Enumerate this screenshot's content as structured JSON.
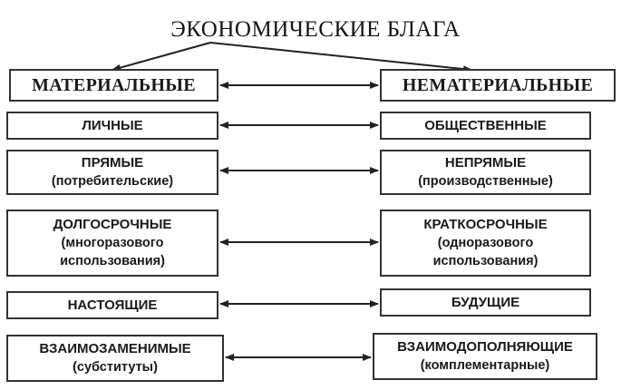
{
  "title": "ЭКОНОМИЧЕСКИЕ БЛАГА",
  "left_header": "МАТЕРИАЛЬНЫЕ",
  "right_header": "НЕМАТЕРИАЛЬНЫЕ",
  "rows": [
    {
      "left": [
        "ЛИЧНЫЕ"
      ],
      "right": [
        "ОБЩЕСТВЕННЫЕ"
      ]
    },
    {
      "left": [
        "ПРЯМЫЕ",
        "(потребительские)"
      ],
      "right": [
        "НЕПРЯМЫЕ",
        "(производственные)"
      ]
    },
    {
      "left": [
        "ДОЛГОСРОЧНЫЕ",
        "(многоразового",
        "использования)"
      ],
      "right": [
        "КРАТКОСРОЧНЫЕ",
        "(одноразового",
        "использования)"
      ]
    },
    {
      "left": [
        "НАСТОЯЩИЕ"
      ],
      "right": [
        "БУДУЩИЕ"
      ]
    },
    {
      "left": [
        "ВЗАИМОЗАМЕНИМЫЕ",
        "(субституты)"
      ],
      "right": [
        "ВЗАИМОДОПОЛНЯЮЩИЕ",
        "(комплементарные)"
      ]
    }
  ]
}
